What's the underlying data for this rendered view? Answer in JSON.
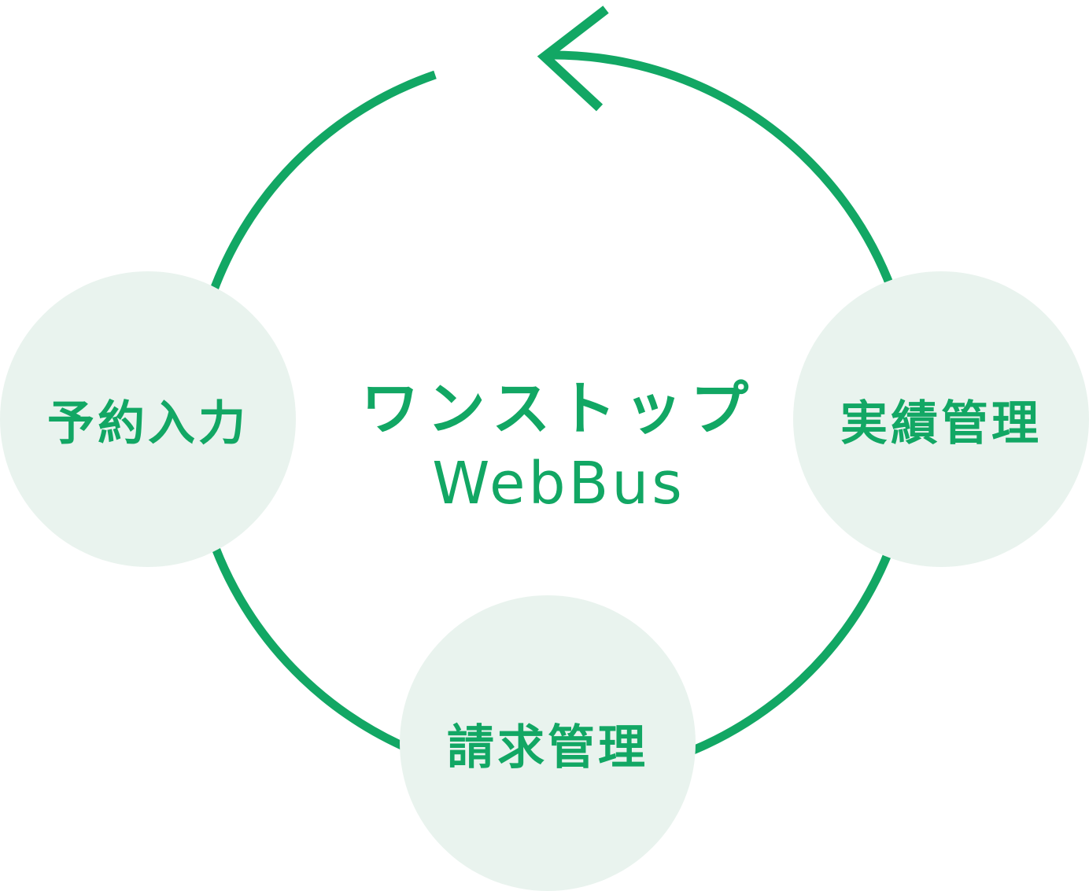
{
  "colors": {
    "accent": "#12a764",
    "node_fill": "#e9f3ee"
  },
  "center": {
    "title": "ワンストップ",
    "subtitle": "WebBus"
  },
  "nodes": [
    {
      "label": "予約入力"
    },
    {
      "label": "実績管理"
    },
    {
      "label": "請求管理"
    }
  ]
}
